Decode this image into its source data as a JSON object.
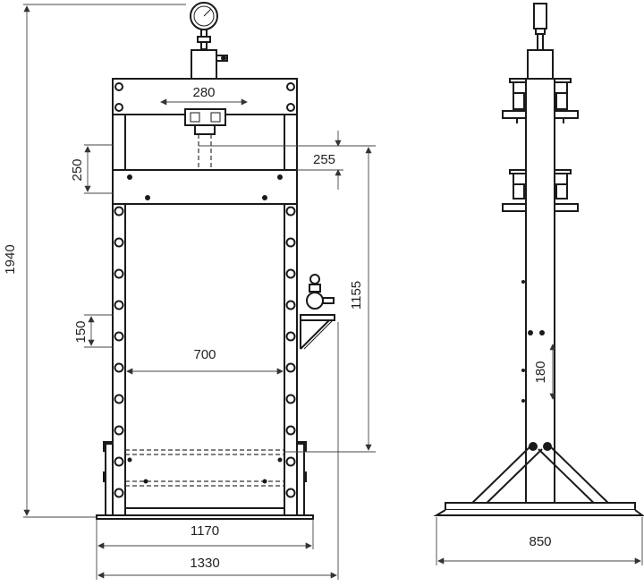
{
  "dimensions": {
    "overall_height": "1940",
    "top_beam_stroke": "280",
    "beam_spacing": "250",
    "ram_extension": "255",
    "working_height": "1155",
    "hole_pitch": "150",
    "inner_width": "700",
    "base_inner_width": "1170",
    "overall_width": "1330",
    "side_hole_spacing": "180",
    "base_depth": "850"
  }
}
